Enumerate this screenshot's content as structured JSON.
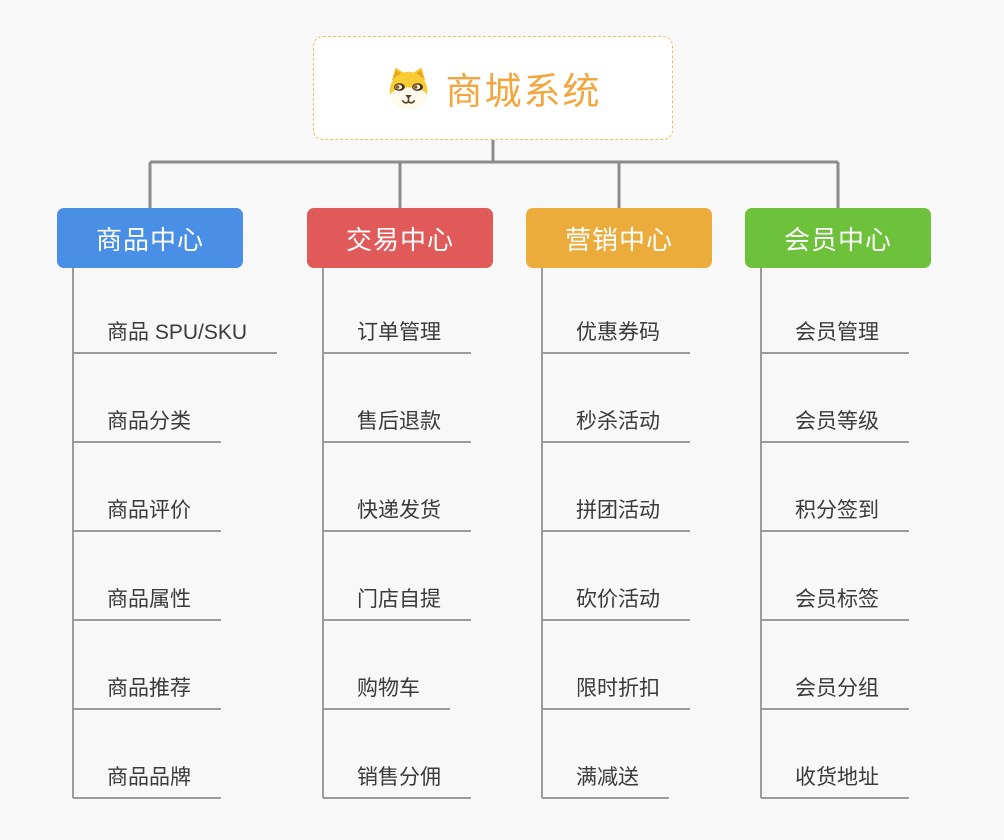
{
  "root": {
    "title": "商城系统",
    "icon": "shiba-dog-icon"
  },
  "branches": [
    {
      "label": "商品中心",
      "color": "#4A8FE6",
      "children": [
        "商品 SPU/SKU",
        "商品分类",
        "商品评价",
        "商品属性",
        "商品推荐",
        "商品品牌"
      ]
    },
    {
      "label": "交易中心",
      "color": "#E15A5A",
      "children": [
        "订单管理",
        "售后退款",
        "快递发货",
        "门店自提",
        "购物车",
        "销售分佣"
      ]
    },
    {
      "label": "营销中心",
      "color": "#EBAC3C",
      "children": [
        "优惠券码",
        "秒杀活动",
        "拼团活动",
        "砍价活动",
        "限时折扣",
        "满减送"
      ]
    },
    {
      "label": "会员中心",
      "color": "#6EC13A",
      "children": [
        "会员管理",
        "会员等级",
        "积分签到",
        "会员标签",
        "会员分组",
        "收货地址"
      ]
    }
  ],
  "colors": {
    "background": "#F8F8F8",
    "root_title": "#F2A63D",
    "root_border": "#F0BD62",
    "connector": "#8C8C8C",
    "leaf_line": "#9B9B9B",
    "leaf_text": "#3A3A3A"
  }
}
